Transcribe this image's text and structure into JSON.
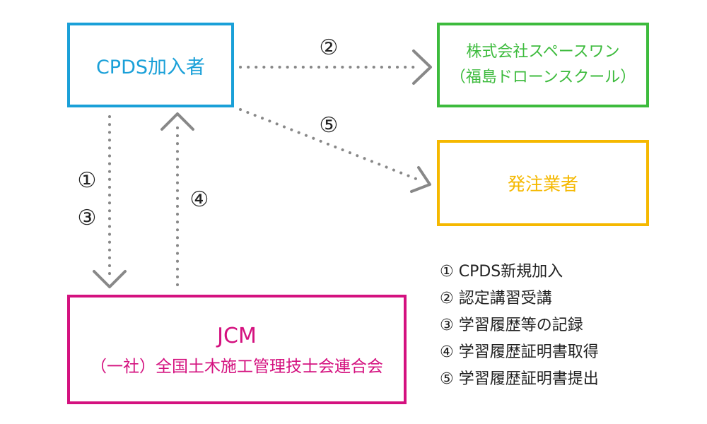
{
  "nodes": {
    "cpds": {
      "label": "CPDS加入者",
      "color": "#1aa0d8"
    },
    "space_one": {
      "line1": "株式会社スペースワン",
      "line2": "（福島ドローンスクール）",
      "color": "#3dbb3d"
    },
    "hatchu": {
      "label": "発注業者",
      "color": "#f5b800"
    },
    "jcm": {
      "line1": "JCM",
      "line2": "（一社）全国土木施工管理技士会連合会",
      "color": "#d4117f"
    }
  },
  "steps": {
    "s1": "①",
    "s2": "②",
    "s3": "③",
    "s4": "④",
    "s5": "⑤"
  },
  "legend": [
    "① CPDS新規加入",
    "② 認定講習受講",
    "③ 学習履歴等の記録",
    "④ 学習履歴証明書取得",
    "⑤ 学習履歴証明書提出"
  ],
  "arrow_color": "#888888"
}
